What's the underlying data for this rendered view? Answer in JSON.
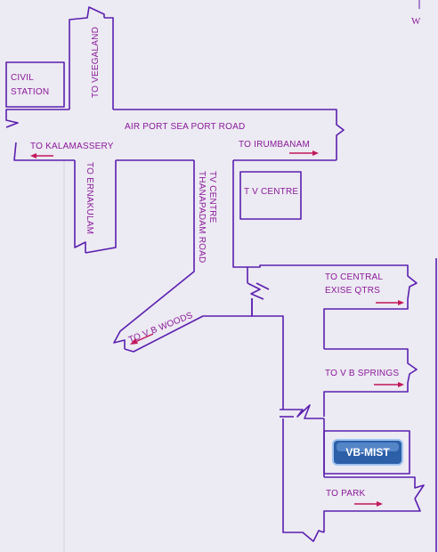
{
  "compass": {
    "west": "W"
  },
  "labels": {
    "civil_station_line1": "CIVIL",
    "civil_station_line2": "STATION",
    "to_veegaland": "TO VEEGALAND",
    "airport_seaport_road": "AIR PORT SEA PORT ROAD",
    "to_kalamassery": "TO KALAMASSERY",
    "to_ernakulam": "TO ERNAKULAM",
    "to_irumbanam": "TO IRUMBANAM",
    "tv_centre_road_line1": "TV CENTRE",
    "tv_centre_road_line2": "THANAPADAM ROAD",
    "tv_centre_box": "T V CENTRE",
    "to_central_line1": "TO CENTRAL",
    "to_central_line2": "EXISE QTRS",
    "to_vb_woods": "TO V B WOODS",
    "to_vb_springs": "TO V B SPRINGS",
    "to_park": "TO PARK"
  },
  "project_logo": {
    "text": "VB-MIST"
  },
  "colors": {
    "road": "#5a1fb0",
    "label": "#8a1a9b",
    "arrow": "#c2185b",
    "background": "#eceaf2",
    "logo_fill": "#2b5fa8"
  }
}
